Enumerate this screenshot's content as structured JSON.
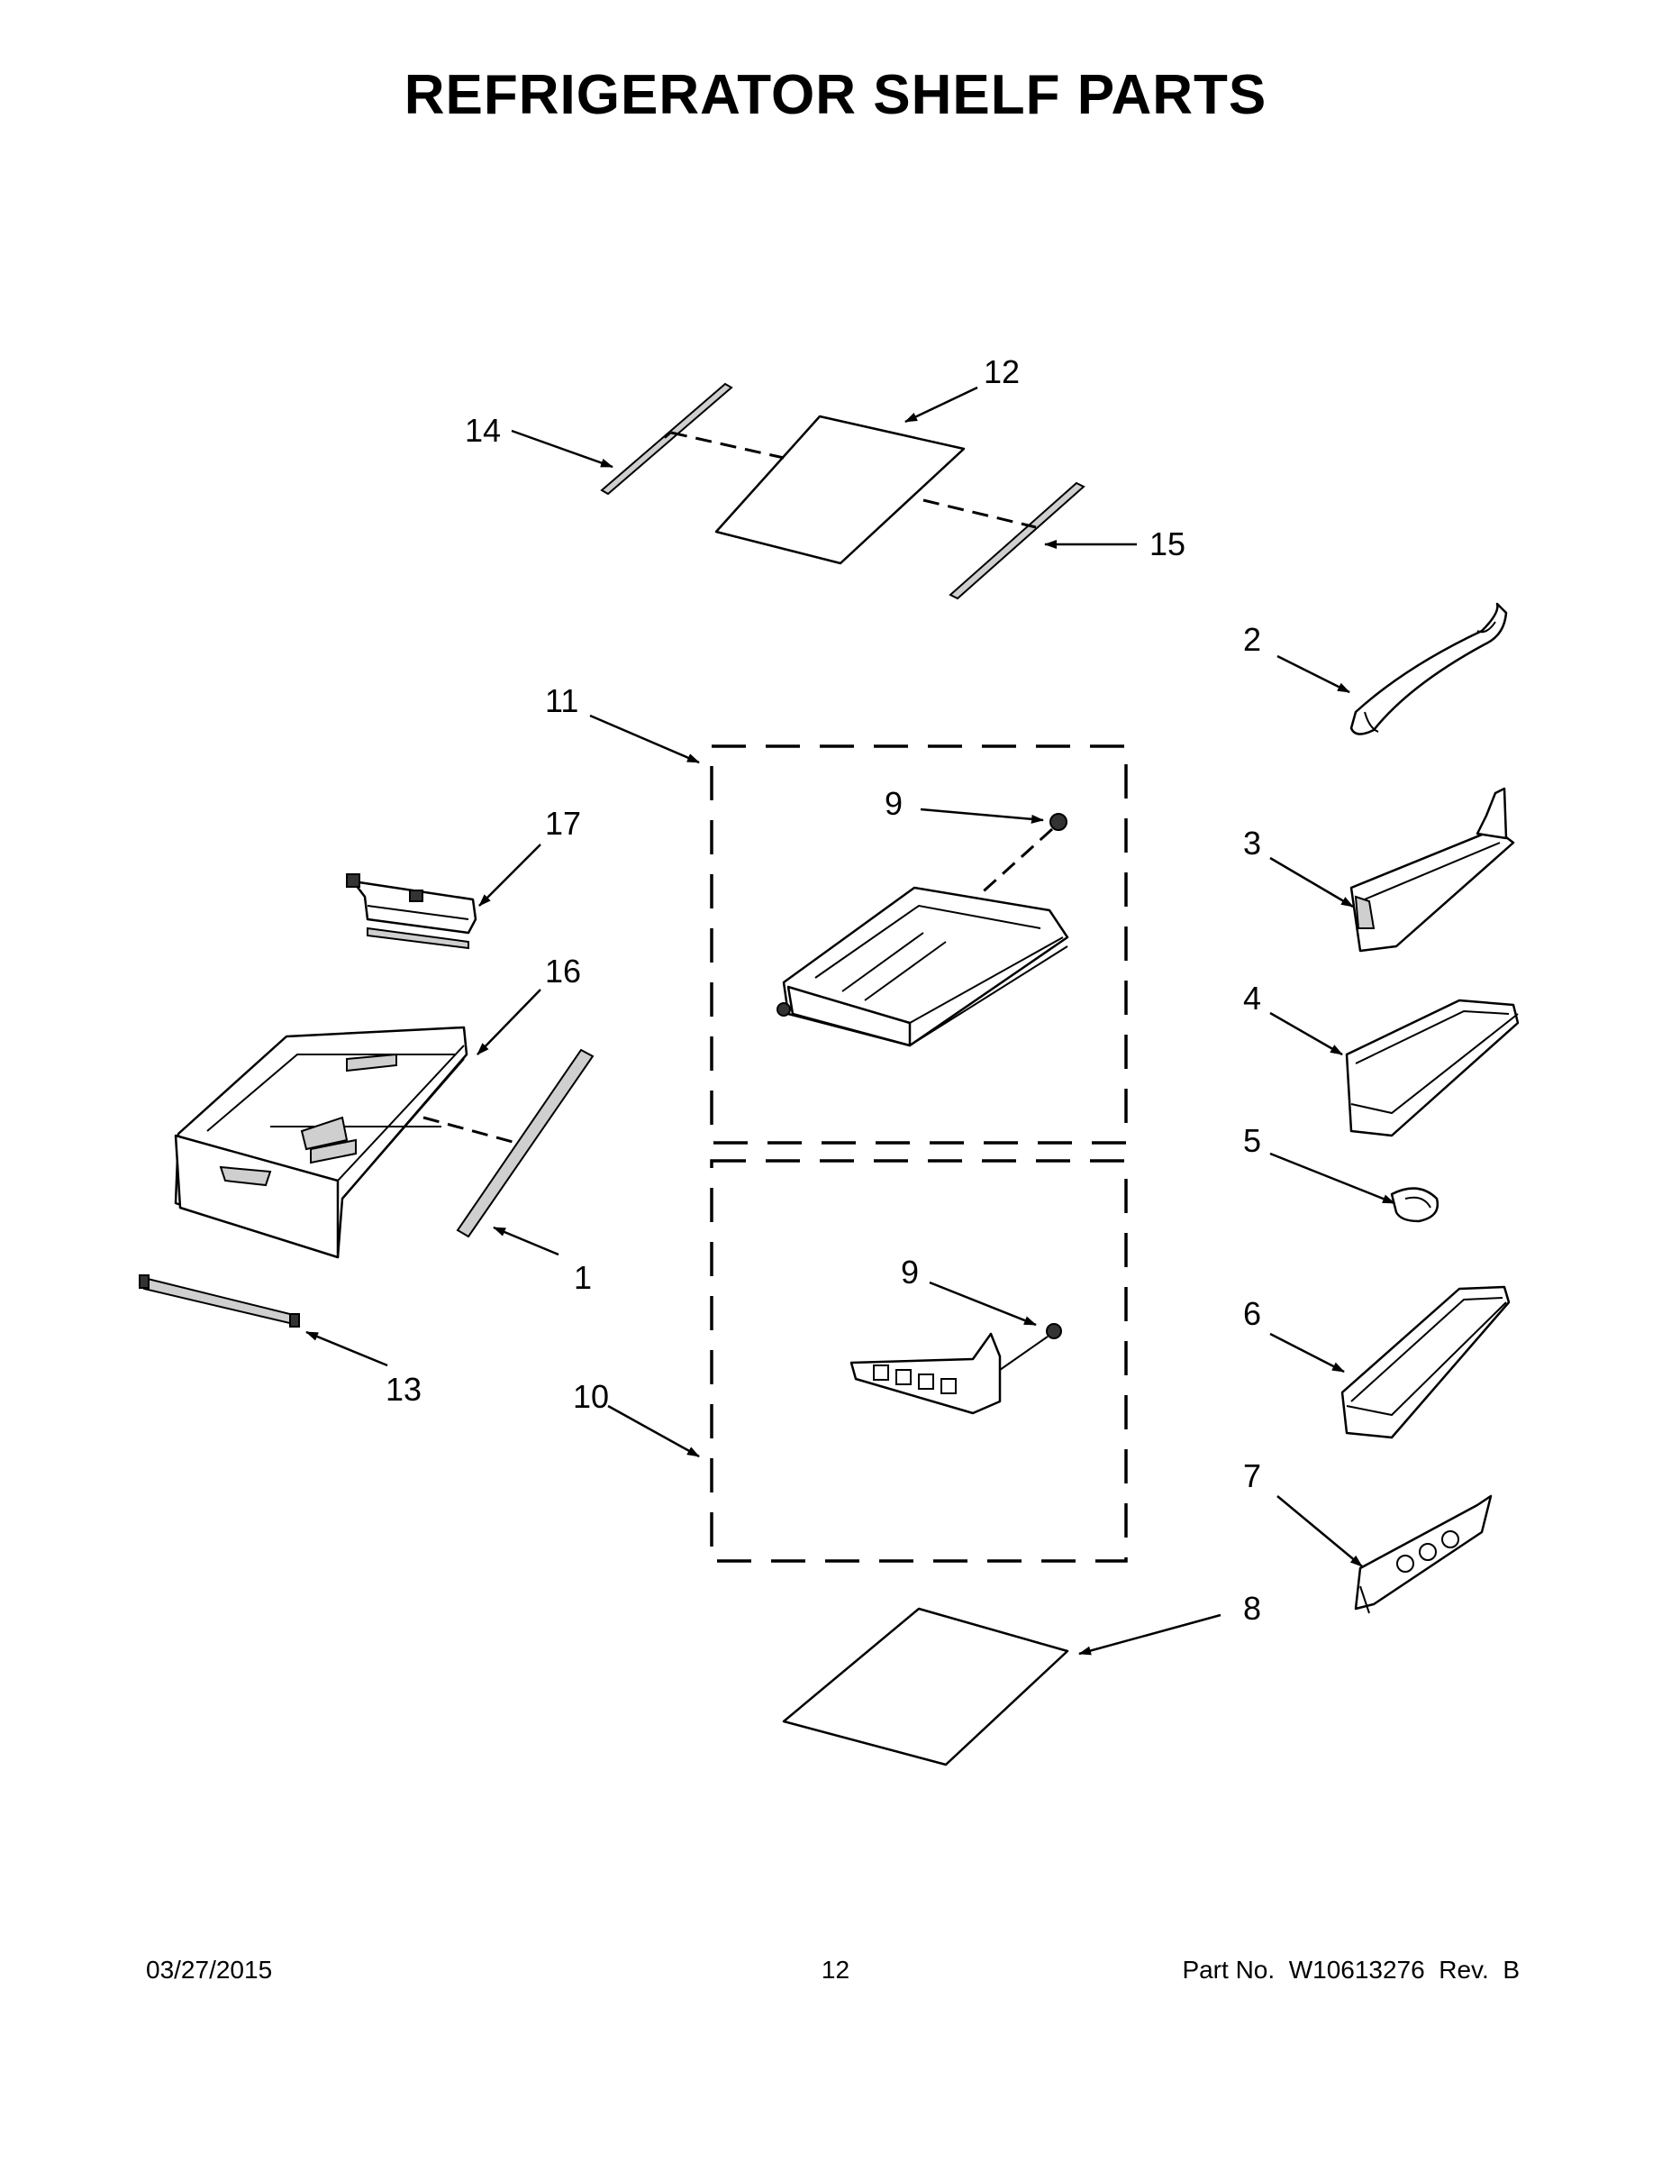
{
  "title": "REFRIGERATOR SHELF PARTS",
  "callouts": {
    "c1": "1",
    "c2": "2",
    "c3": "3",
    "c4": "4",
    "c5": "5",
    "c6": "6",
    "c7": "7",
    "c8": "8",
    "c9a": "9",
    "c9b": "9",
    "c10": "10",
    "c11": "11",
    "c12": "12",
    "c13": "13",
    "c14": "14",
    "c15": "15",
    "c16": "16",
    "c17": "17"
  },
  "footer": {
    "date": "03/27/2015",
    "page": "12",
    "part_number": "Part No.  W10613276  Rev.  B"
  }
}
